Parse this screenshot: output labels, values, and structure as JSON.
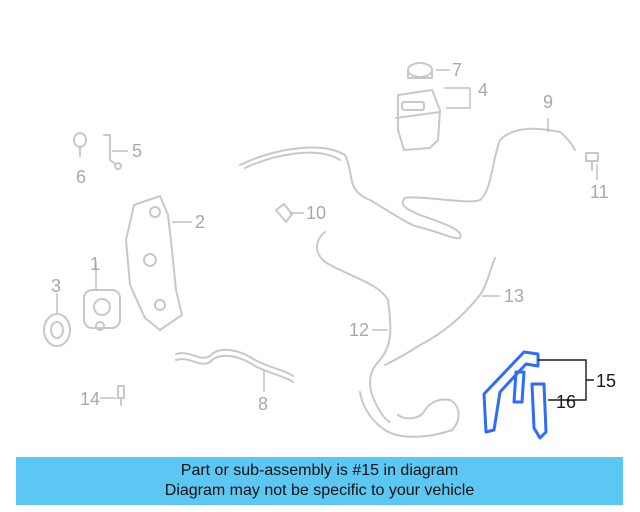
{
  "callouts": {
    "c1": "1",
    "c2": "2",
    "c3": "3",
    "c4": "4",
    "c5": "5",
    "c6": "6",
    "c7": "7",
    "c8": "8",
    "c9": "9",
    "c10": "10",
    "c11": "11",
    "c12": "12",
    "c13": "13",
    "c14": "14",
    "c15": "15",
    "c16": "16"
  },
  "highlight": {
    "part": "15",
    "color": "#2f6bff"
  },
  "banner": {
    "line1": "Part or sub-assembly is #15 in diagram",
    "line2": "Diagram may not be specific to your vehicle",
    "color": "#5cc7f2"
  }
}
